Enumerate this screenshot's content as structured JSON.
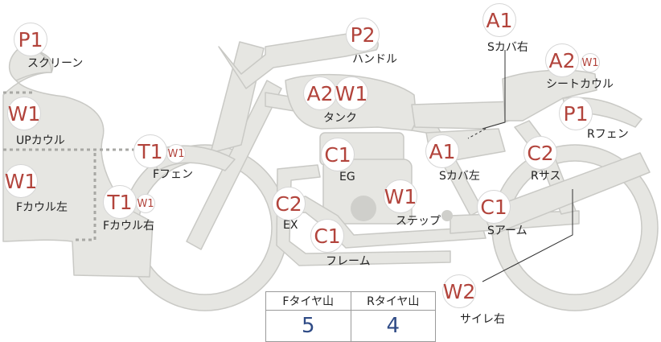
{
  "parts": [
    {
      "id": "screen",
      "code": "P1",
      "label": "スクリーン"
    },
    {
      "id": "upcowl",
      "code": "W1",
      "label": "UPカウル"
    },
    {
      "id": "fcowl-left",
      "code": "W1",
      "label": "Fカウル左"
    },
    {
      "id": "ffender",
      "code": "T1",
      "sub": "W1",
      "label": "Fフェン"
    },
    {
      "id": "fcowl-right",
      "code": "T1",
      "sub": "W1",
      "label": "Fカウル右"
    },
    {
      "id": "handle",
      "code": "P2",
      "label": "ハンドル"
    },
    {
      "id": "tank",
      "code": "A2",
      "code2": "W1",
      "label": "タンク"
    },
    {
      "id": "engine",
      "code": "C1",
      "label": "EG"
    },
    {
      "id": "exhaust",
      "code": "C2",
      "label": "EX"
    },
    {
      "id": "frame",
      "code": "C1",
      "label": "フレーム"
    },
    {
      "id": "step",
      "code": "W1",
      "label": "ステップ"
    },
    {
      "id": "scover-right",
      "code": "A1",
      "label": "Sカバ右"
    },
    {
      "id": "seatcowl",
      "code": "A2",
      "sub": "W1",
      "label": "シートカウル"
    },
    {
      "id": "rfender",
      "code": "P1",
      "label": "Rフェン"
    },
    {
      "id": "scover-left",
      "code": "A1",
      "label": "Sカバ左"
    },
    {
      "id": "rsus",
      "code": "C2",
      "label": "Rサス"
    },
    {
      "id": "swingarm",
      "code": "C1",
      "label": "Sアーム"
    },
    {
      "id": "muffler-right",
      "code": "W2",
      "label": "サイレ右"
    }
  ],
  "tread": {
    "front_label": "Fタイヤ山",
    "rear_label": "Rタイヤ山",
    "front_value": "5",
    "rear_value": "4"
  }
}
